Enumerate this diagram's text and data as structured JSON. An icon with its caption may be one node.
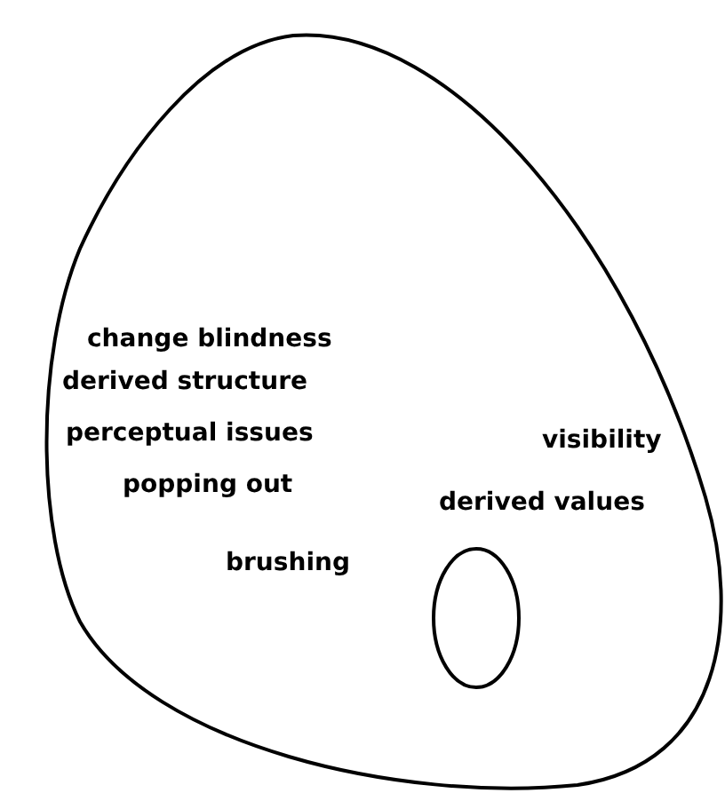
{
  "diagram": {
    "nodes": [
      {
        "text": [
          "change blindness",
          "derived structure",
          "perceptual issues",
          "popping out",
          "brushing",
          "visibility",
          "derived values"
        ]
      },
      {
        "text": [],
        "shape": "circle",
        "in": 0
      }
    ],
    "edges": []
  }
}
